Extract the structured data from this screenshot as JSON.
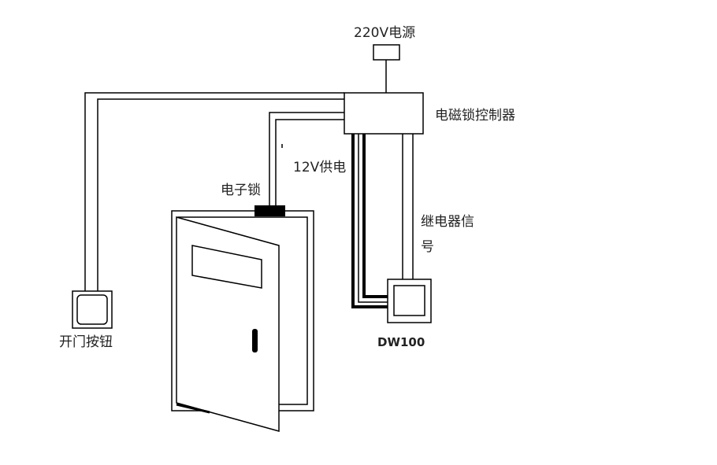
{
  "labels": {
    "power_source": "220V电源",
    "controller": "电磁锁控制器",
    "supply_12v": "12V供电",
    "electronic_lock": "电子锁",
    "relay_signal_line1": "继电器信",
    "relay_signal_line2": "号",
    "open_button": "开门按钮",
    "device": "DW100"
  },
  "colors": {
    "line": "#000000",
    "background": "#ffffff",
    "lock_bar": "#000000"
  }
}
